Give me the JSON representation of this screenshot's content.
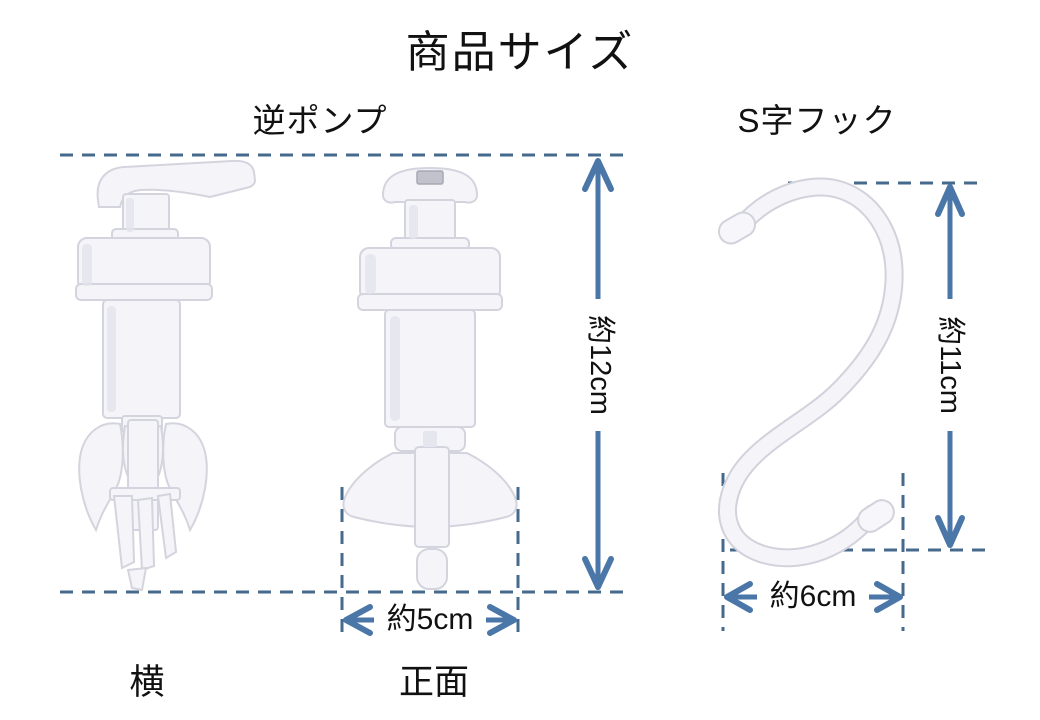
{
  "title": "商品サイズ",
  "pump": {
    "label": "逆ポンプ",
    "height_label": "約12cm",
    "width_label": "約5cm",
    "side_view_label": "横",
    "front_view_label": "正面"
  },
  "hook": {
    "label": "S字フック",
    "height_label": "約11cm",
    "width_label": "約6cm"
  },
  "colors": {
    "arrow": "#4a76a8",
    "dashed_line": "#456a8c",
    "text": "#111111",
    "background": "#ffffff",
    "product_plastic": "#f4f4f9"
  }
}
